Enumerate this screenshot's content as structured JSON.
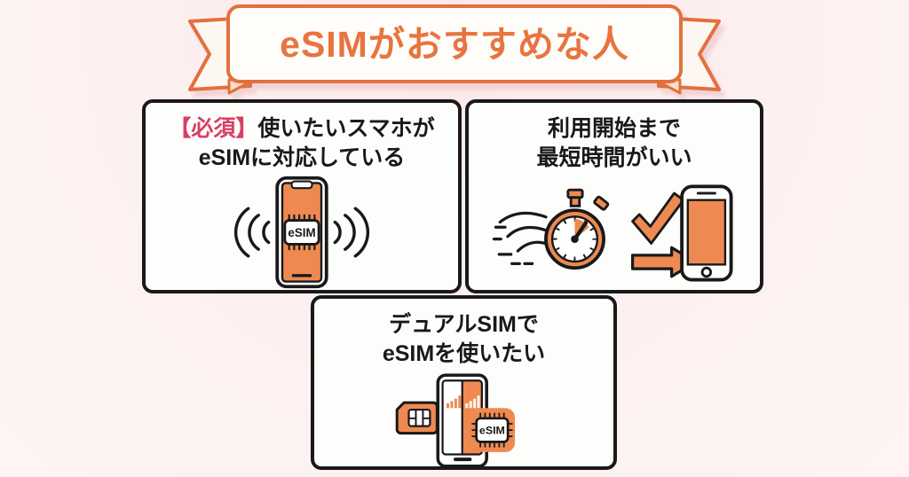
{
  "banner": {
    "title": "eSIMがおすすめな人"
  },
  "cards": {
    "required": {
      "tag": "【必須】",
      "title_rest": "使いたいスマホが",
      "title_line2": "eSIMに対応している",
      "chip_label": "eSIM",
      "icon": "esim-phone-with-signal-waves"
    },
    "speed": {
      "title_line1": "利用開始まで",
      "title_line2": "最短時間がいい",
      "icons": [
        "winged-stopwatch",
        "checkmark",
        "arrow-right",
        "smartphone"
      ]
    },
    "dual": {
      "title_line1": "デュアルSIMで",
      "title_line2": "eSIMを使いたい",
      "chip_label": "eSIM",
      "icon": "dual-sim-phone"
    }
  },
  "colors": {
    "orange": "#ee8a51",
    "orange_border": "#e2703d",
    "banner_text": "#e8743f",
    "tag_pink": "#d83f64",
    "ink": "#191919",
    "background": "#fdf0f1",
    "card_bg": "#fdfdfb"
  }
}
